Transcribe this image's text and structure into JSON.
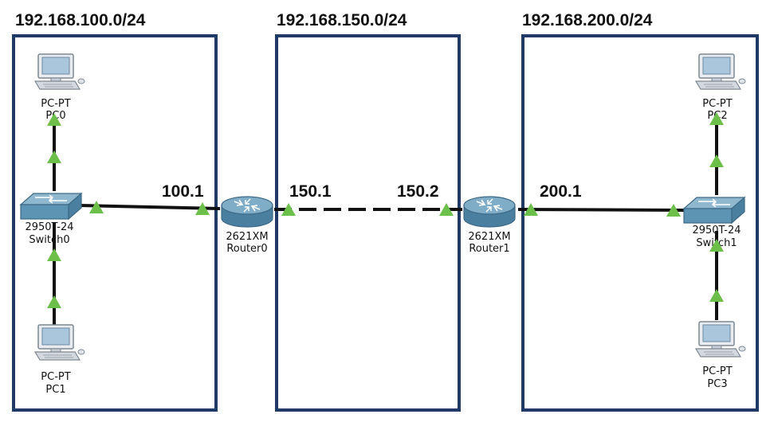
{
  "subnets": [
    {
      "id": "left",
      "label": "192.168.100.0/24"
    },
    {
      "id": "middle",
      "label": "192.168.150.0/24"
    },
    {
      "id": "right",
      "label": "192.168.200.0/24"
    }
  ],
  "devices": {
    "pc0": {
      "model": "PC-PT",
      "name": "PC0"
    },
    "pc1": {
      "model": "PC-PT",
      "name": "PC1"
    },
    "pc2": {
      "model": "PC-PT",
      "name": "PC2"
    },
    "pc3": {
      "model": "PC-PT",
      "name": "PC3"
    },
    "switch0": {
      "model": "2950T-24",
      "name": "Switch0"
    },
    "switch1": {
      "model": "2950T-24",
      "name": "Switch1"
    },
    "router0": {
      "model": "2621XM",
      "name": "Router0"
    },
    "router1": {
      "model": "2621XM",
      "name": "Router1"
    }
  },
  "interfaces": {
    "router0_lan": "100.1",
    "router0_wan": "150.1",
    "router1_wan": "150.2",
    "router1_lan": "200.1"
  },
  "colors": {
    "frame": "#1f3a64",
    "link": "#111111",
    "port_up": "#6cc04a",
    "pc_body": "#dfe3e8",
    "pc_screen": "#a9c6dd",
    "network_device": "#5d93b3"
  }
}
